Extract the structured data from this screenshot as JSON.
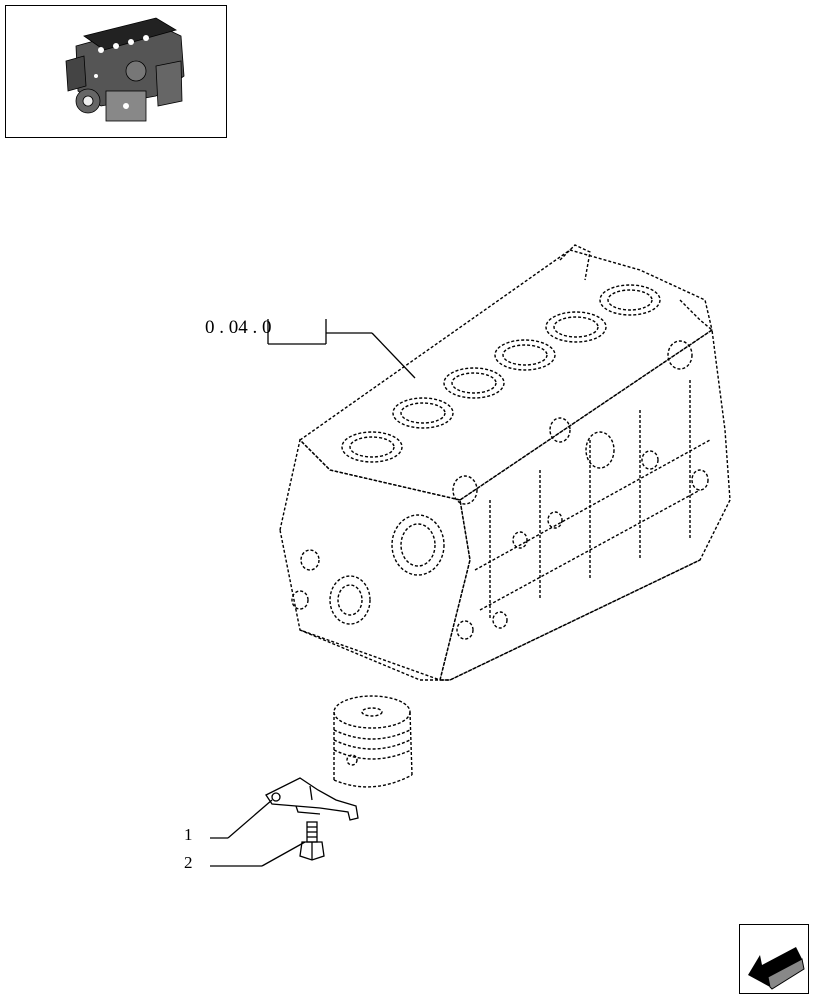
{
  "thumbnail": {
    "icon": "engine-assembly-icon"
  },
  "reference": {
    "text": "0 . 04 . 0"
  },
  "callouts": [
    {
      "number": "1"
    },
    {
      "number": "2"
    }
  ],
  "navigation": {
    "icon": "back-arrow-icon"
  }
}
